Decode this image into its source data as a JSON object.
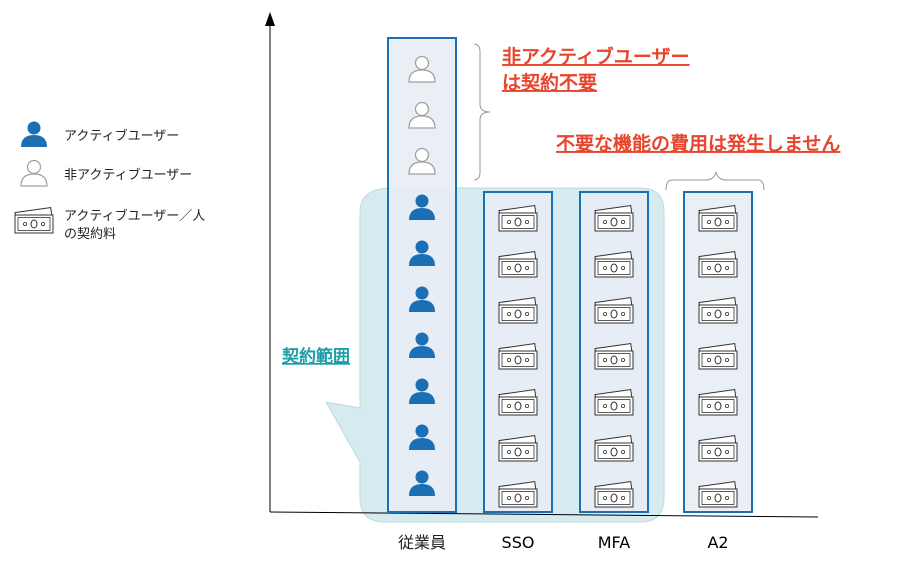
{
  "legend": {
    "active_user": "アクティブユーザー",
    "inactive_user": "非アクティブユーザー",
    "fee_line1": "アクティブユーザー／人",
    "fee_line2": "の契約料"
  },
  "callouts": {
    "inactive_line1": "非アクティブユーザー",
    "inactive_line2": "は契約不要",
    "unneeded_features": "不要な機能の費用は発生しません",
    "contract_scope": "契約範囲"
  },
  "columns": [
    {
      "label": "従業員",
      "active_users": 7,
      "inactive_users": 3
    },
    {
      "label": "SSO",
      "fee_units": 7
    },
    {
      "label": "MFA",
      "fee_units": 7
    },
    {
      "label": "A2",
      "fee_units": 7
    }
  ],
  "colors": {
    "accent_blue": "#1a6fb5",
    "callout_red": "#e8452c",
    "scope_teal": "#1a9fa8",
    "scope_fill": "#cfe8ec",
    "column_fill": "#e8edf5",
    "inactive_gray": "#a0a0a0"
  },
  "icons": {
    "active_user": "person-filled-icon",
    "inactive_user": "person-outline-icon",
    "fee": "banknote-icon"
  }
}
